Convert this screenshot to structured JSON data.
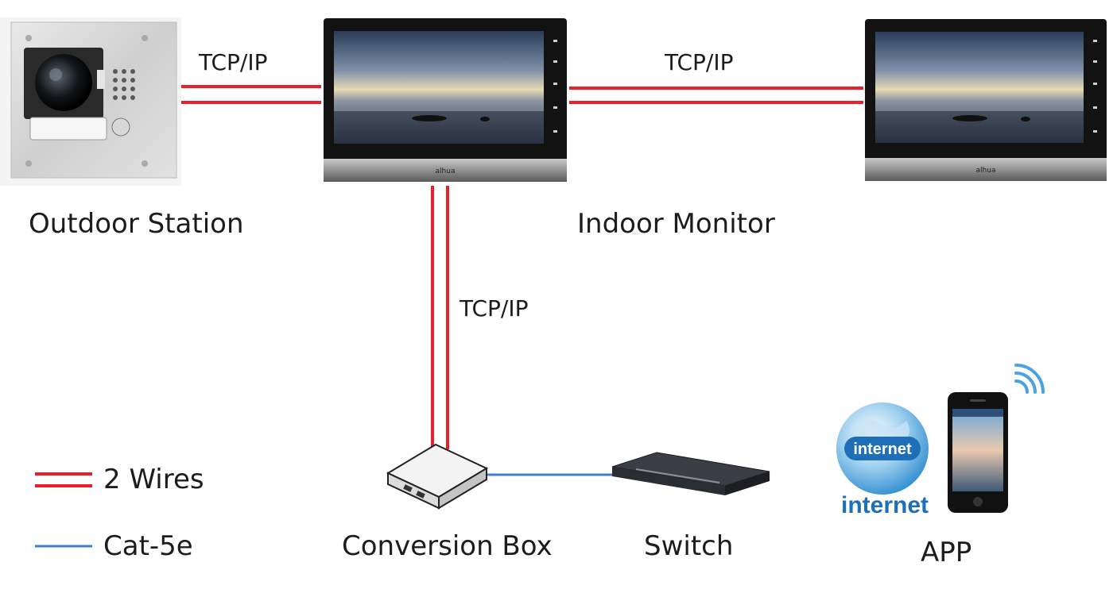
{
  "diagram": {
    "labels": {
      "outdoor_station": "Outdoor Station",
      "indoor_monitor": "Indoor Monitor",
      "conversion_box": "Conversion Box",
      "switch": "Switch",
      "app": "APP",
      "link_outdoor_indoor": "TCP/IP",
      "link_indoor_indoor": "TCP/IP",
      "link_indoor_box": "TCP/IP"
    },
    "brand_text": "alhua",
    "internet_badge": "internet",
    "internet_caption": "internet",
    "legend": [
      {
        "label": "2 Wires",
        "color": "#e8202a",
        "style": "double"
      },
      {
        "label": "Cat-5e",
        "color": "#3f7fd0",
        "style": "single"
      }
    ],
    "colors": {
      "wire_red": "#e8202a",
      "cat5e_blue": "#3f7fd0"
    }
  }
}
